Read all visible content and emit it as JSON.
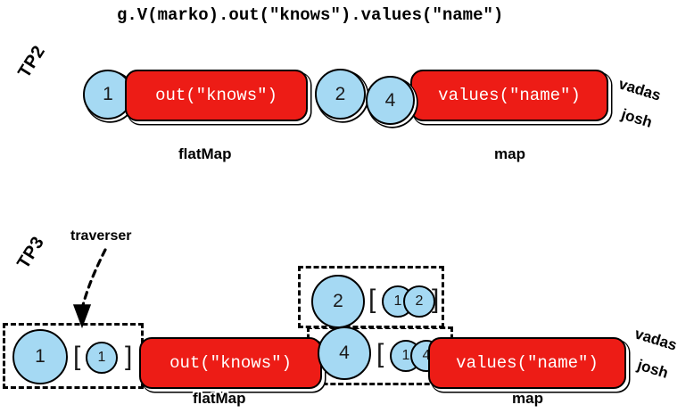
{
  "title": "g.V(marko).out(\"knows\").values(\"name\")",
  "palette": {
    "step_fill": "#ED1C16",
    "circle_fill": "#A5D9F3",
    "stroke": "#000000",
    "step_text": "#FFFFFF",
    "background": "#FFFFFF"
  },
  "tp2": {
    "row_label": "TP2",
    "start_traverser": "1",
    "steps": [
      {
        "expr": "out(\"knows\")",
        "kind": "flatMap"
      },
      {
        "expr": "values(\"name\")",
        "kind": "map"
      }
    ],
    "step_labels": {
      "flatMap": "flatMap",
      "map": "map"
    },
    "mid_traversers": [
      "2",
      "4"
    ],
    "results": [
      "vadas",
      "josh"
    ]
  },
  "tp3": {
    "row_label": "TP3",
    "annotation": "traverser",
    "steps": [
      {
        "expr": "out(\"knows\")",
        "kind": "flatMap"
      },
      {
        "expr": "values(\"name\")",
        "kind": "map"
      }
    ],
    "step_labels": {
      "flatMap": "flatMap",
      "map": "map"
    },
    "brackets": {
      "open": "[",
      "close": "]"
    },
    "traversers": [
      {
        "id": "in-1",
        "object": "1",
        "path": [
          "1"
        ]
      },
      {
        "id": "mid-2",
        "object": "2",
        "path": [
          "1",
          "2"
        ]
      },
      {
        "id": "mid-4",
        "object": "4",
        "path": [
          "1",
          "4"
        ]
      }
    ],
    "results": [
      "vadas",
      "josh"
    ]
  }
}
